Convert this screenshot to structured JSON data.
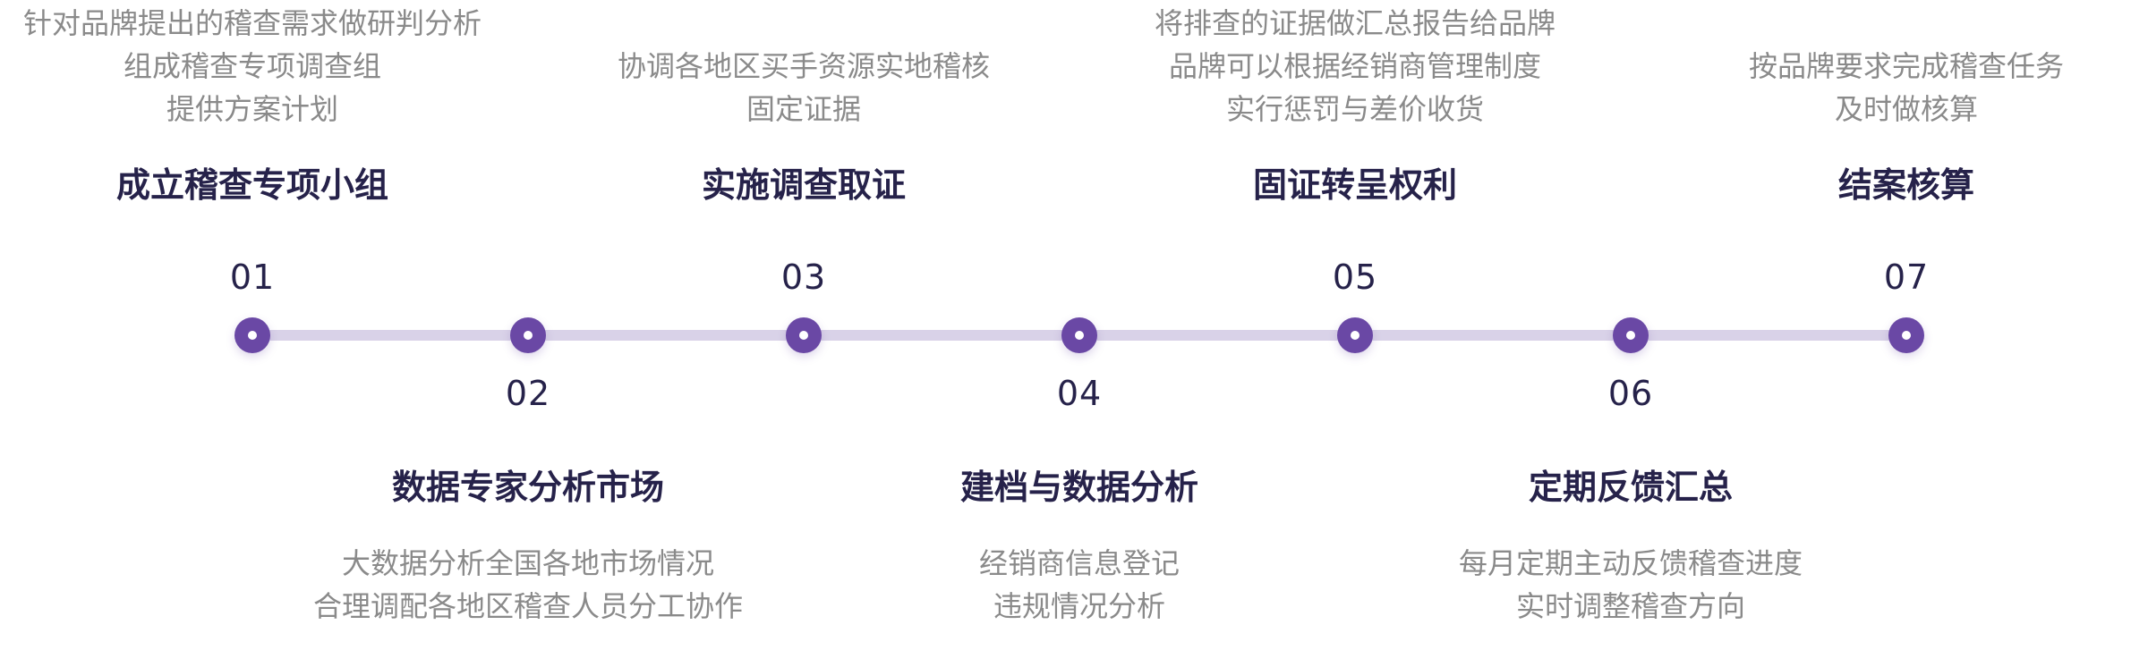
{
  "steps": [
    {
      "number": "01",
      "title": "成立稽查专项小组",
      "lines": [
        "针对品牌提出的稽查需求做研判分析",
        "组成稽查专项调查组",
        "提供方案计划"
      ]
    },
    {
      "number": "02",
      "title": "数据专家分析市场",
      "lines": [
        "大数据分析全国各地市场情况",
        "合理调配各地区稽查人员分工协作"
      ]
    },
    {
      "number": "03",
      "title": "实施调查取证",
      "lines": [
        "协调各地区买手资源实地稽核",
        "固定证据"
      ]
    },
    {
      "number": "04",
      "title": "建档与数据分析",
      "lines": [
        "经销商信息登记",
        "违规情况分析"
      ]
    },
    {
      "number": "05",
      "title": "固证转呈权利",
      "lines": [
        "将排查的证据做汇总报告给品牌",
        "品牌可以根据经销商管理制度",
        "实行惩罚与差价收货"
      ]
    },
    {
      "number": "06",
      "title": "定期反馈汇总",
      "lines": [
        "每月定期主动反馈稽查进度",
        "实时调整稽查方向"
      ]
    },
    {
      "number": "07",
      "title": "结案核算",
      "lines": [
        "按品牌要求完成稽查任务",
        "及时做核算"
      ]
    }
  ],
  "colors": {
    "accent": "#6a48a5",
    "track": "#d9d2e8",
    "title": "#26224a",
    "text": "#8a8a8a"
  }
}
